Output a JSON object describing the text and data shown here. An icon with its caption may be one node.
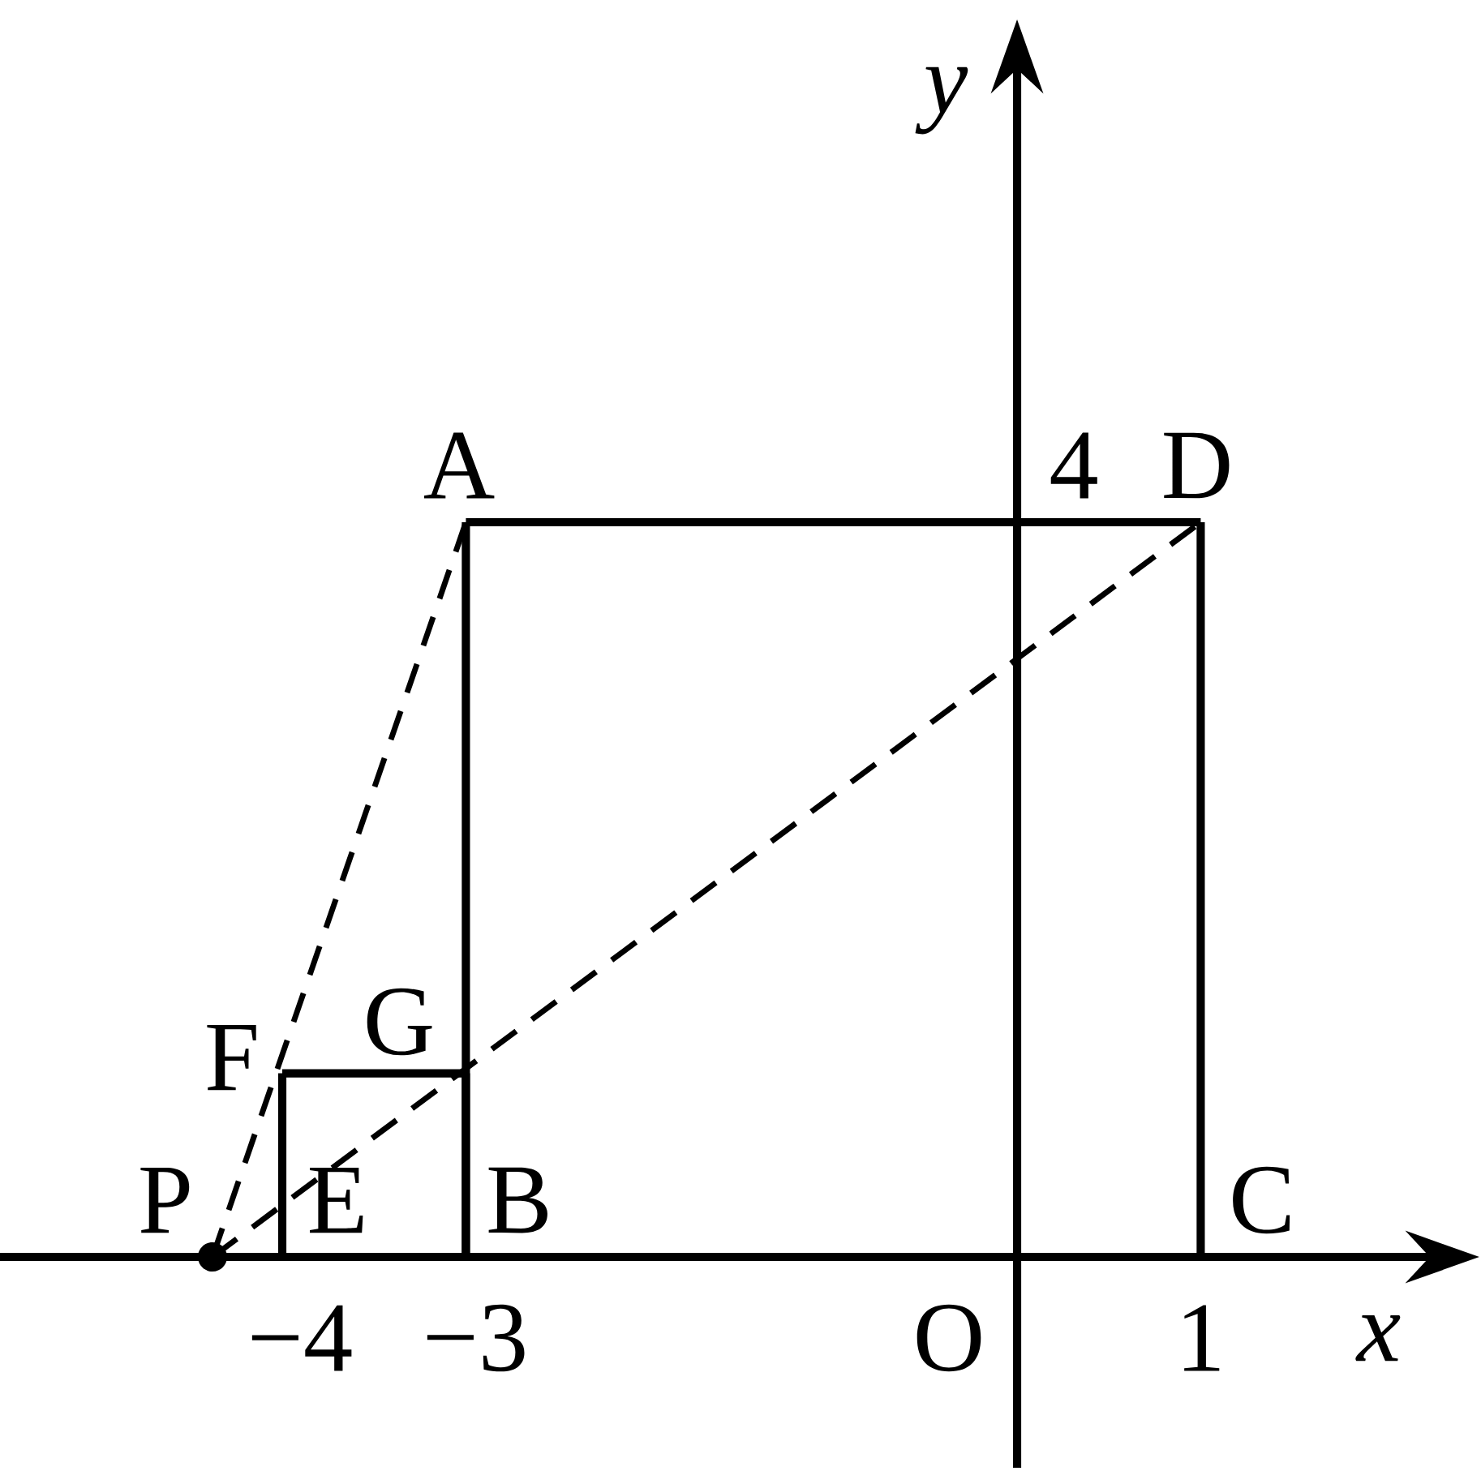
{
  "diagram": {
    "nodes": [
      {
        "text": [
          "A"
        ]
      },
      {
        "text": [
          "D"
        ]
      },
      {
        "text": [
          "G"
        ]
      },
      {
        "text": [
          "F"
        ]
      },
      {
        "text": [
          "P"
        ]
      },
      {
        "text": [
          "E"
        ]
      },
      {
        "text": [
          "B"
        ]
      },
      {
        "text": [
          "C"
        ]
      }
    ],
    "edges": [
      {
        "from": 0,
        "to": 1,
        "arrow": "none"
      },
      {
        "from": 1,
        "to": 7,
        "arrow": "none"
      },
      {
        "from": 0,
        "to": 6,
        "arrow": "none"
      },
      {
        "from": 3,
        "to": 2,
        "arrow": "none"
      },
      {
        "from": 5,
        "to": 3,
        "arrow": "none"
      },
      {
        "from": 2,
        "to": 6,
        "arrow": "none"
      },
      {
        "from": 4,
        "to": 0,
        "arrow": "none",
        "style": "dashed"
      },
      {
        "from": 4,
        "to": 1,
        "arrow": "none",
        "style": "dashed"
      }
    ],
    "labels": [
      "y",
      "4",
      "−4",
      "−3",
      "O",
      "1",
      "x"
    ]
  }
}
